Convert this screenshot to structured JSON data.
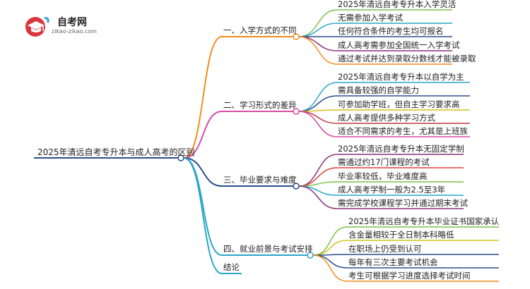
{
  "logo": {
    "title": "自考网",
    "url": "zikao-zikao.com",
    "icon": "graduation-cap-icon"
  },
  "root": {
    "label": "2025年清远自考专升本与成人高考的区别"
  },
  "branches": [
    {
      "label": "一、入学方式的不同",
      "color": "#f28c1c",
      "items": [
        {
          "text": "2025年清远自考专升本入学灵活",
          "color": "#7cc04b"
        },
        {
          "text": "无需参加入学考试",
          "color": "#2aa6c9"
        },
        {
          "text": "任何符合条件的考生均可报名",
          "color": "#2b4e8c"
        },
        {
          "text": "成人高考需参加全国统一入学考试",
          "color": "#8a2f7a"
        },
        {
          "text": "通过考试并达到录取分数线才能被录取",
          "color": "#f28c1c"
        }
      ]
    },
    {
      "label": "二、学习形式的差异",
      "color": "#d94aa5",
      "items": [
        {
          "text": "2025年清远自考专升本以自学为主",
          "color": "#2aa6c9"
        },
        {
          "text": "需具备较强的自学能力",
          "color": "#2b4e8c"
        },
        {
          "text": "可参加助学班，但自主学习要求高",
          "color": "#d4c21c"
        },
        {
          "text": "成人高考提供多种学习方式",
          "color": "#c23a3a"
        },
        {
          "text": "适合不同需求的考生，尤其是上班族",
          "color": "#d94aa5"
        }
      ]
    },
    {
      "label": "三、毕业要求与难度",
      "color": "#2b4e8c",
      "items": [
        {
          "text": "2025年清远自考专升本无固定学制",
          "color": "#8a2f7a"
        },
        {
          "text": "需通过约17门课程的考试",
          "color": "#e04040"
        },
        {
          "text": "毕业率较低，毕业难度高",
          "color": "#7cc04b"
        },
        {
          "text": "成人高考学制一般为2.5至3年",
          "color": "#2aa6c9"
        },
        {
          "text": "需完成学校课程学习并通过期末考试",
          "color": "#8a2f7a"
        }
      ]
    },
    {
      "label": "四、就业前景与考试安排",
      "color": "#2aa6c9",
      "items": [
        {
          "text": "2025年清远自考专升本毕业证书国家承认",
          "color": "#7cc04b"
        },
        {
          "text": "含金量相较于全日制本科略低",
          "color": "#d4c21c"
        },
        {
          "text": "在职场上仍受到认可",
          "color": "#2b4e8c"
        },
        {
          "text": "每年有三次主要考试机会",
          "color": "#2b4e8c"
        },
        {
          "text": "考生可根据学习进度选择考试时间",
          "color": "#f28c1c"
        }
      ]
    }
  ],
  "conclusion": {
    "label": "结论",
    "color": "#2aa6c9"
  }
}
